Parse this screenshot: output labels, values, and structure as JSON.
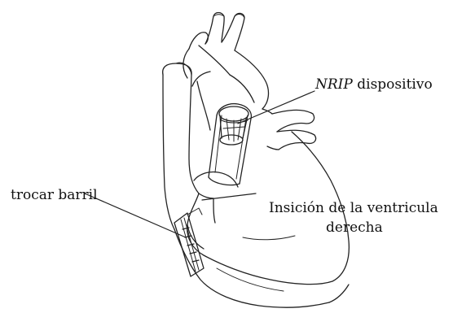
{
  "labels": {
    "nrip_italic": "NRIP",
    "nrip_rest": " dispositivo",
    "trocar": "trocar barril",
    "incision_line1": "Insición de la ventricula",
    "incision_line2": "derecha"
  },
  "colors": {
    "stroke": "#222222",
    "background": "#ffffff"
  }
}
